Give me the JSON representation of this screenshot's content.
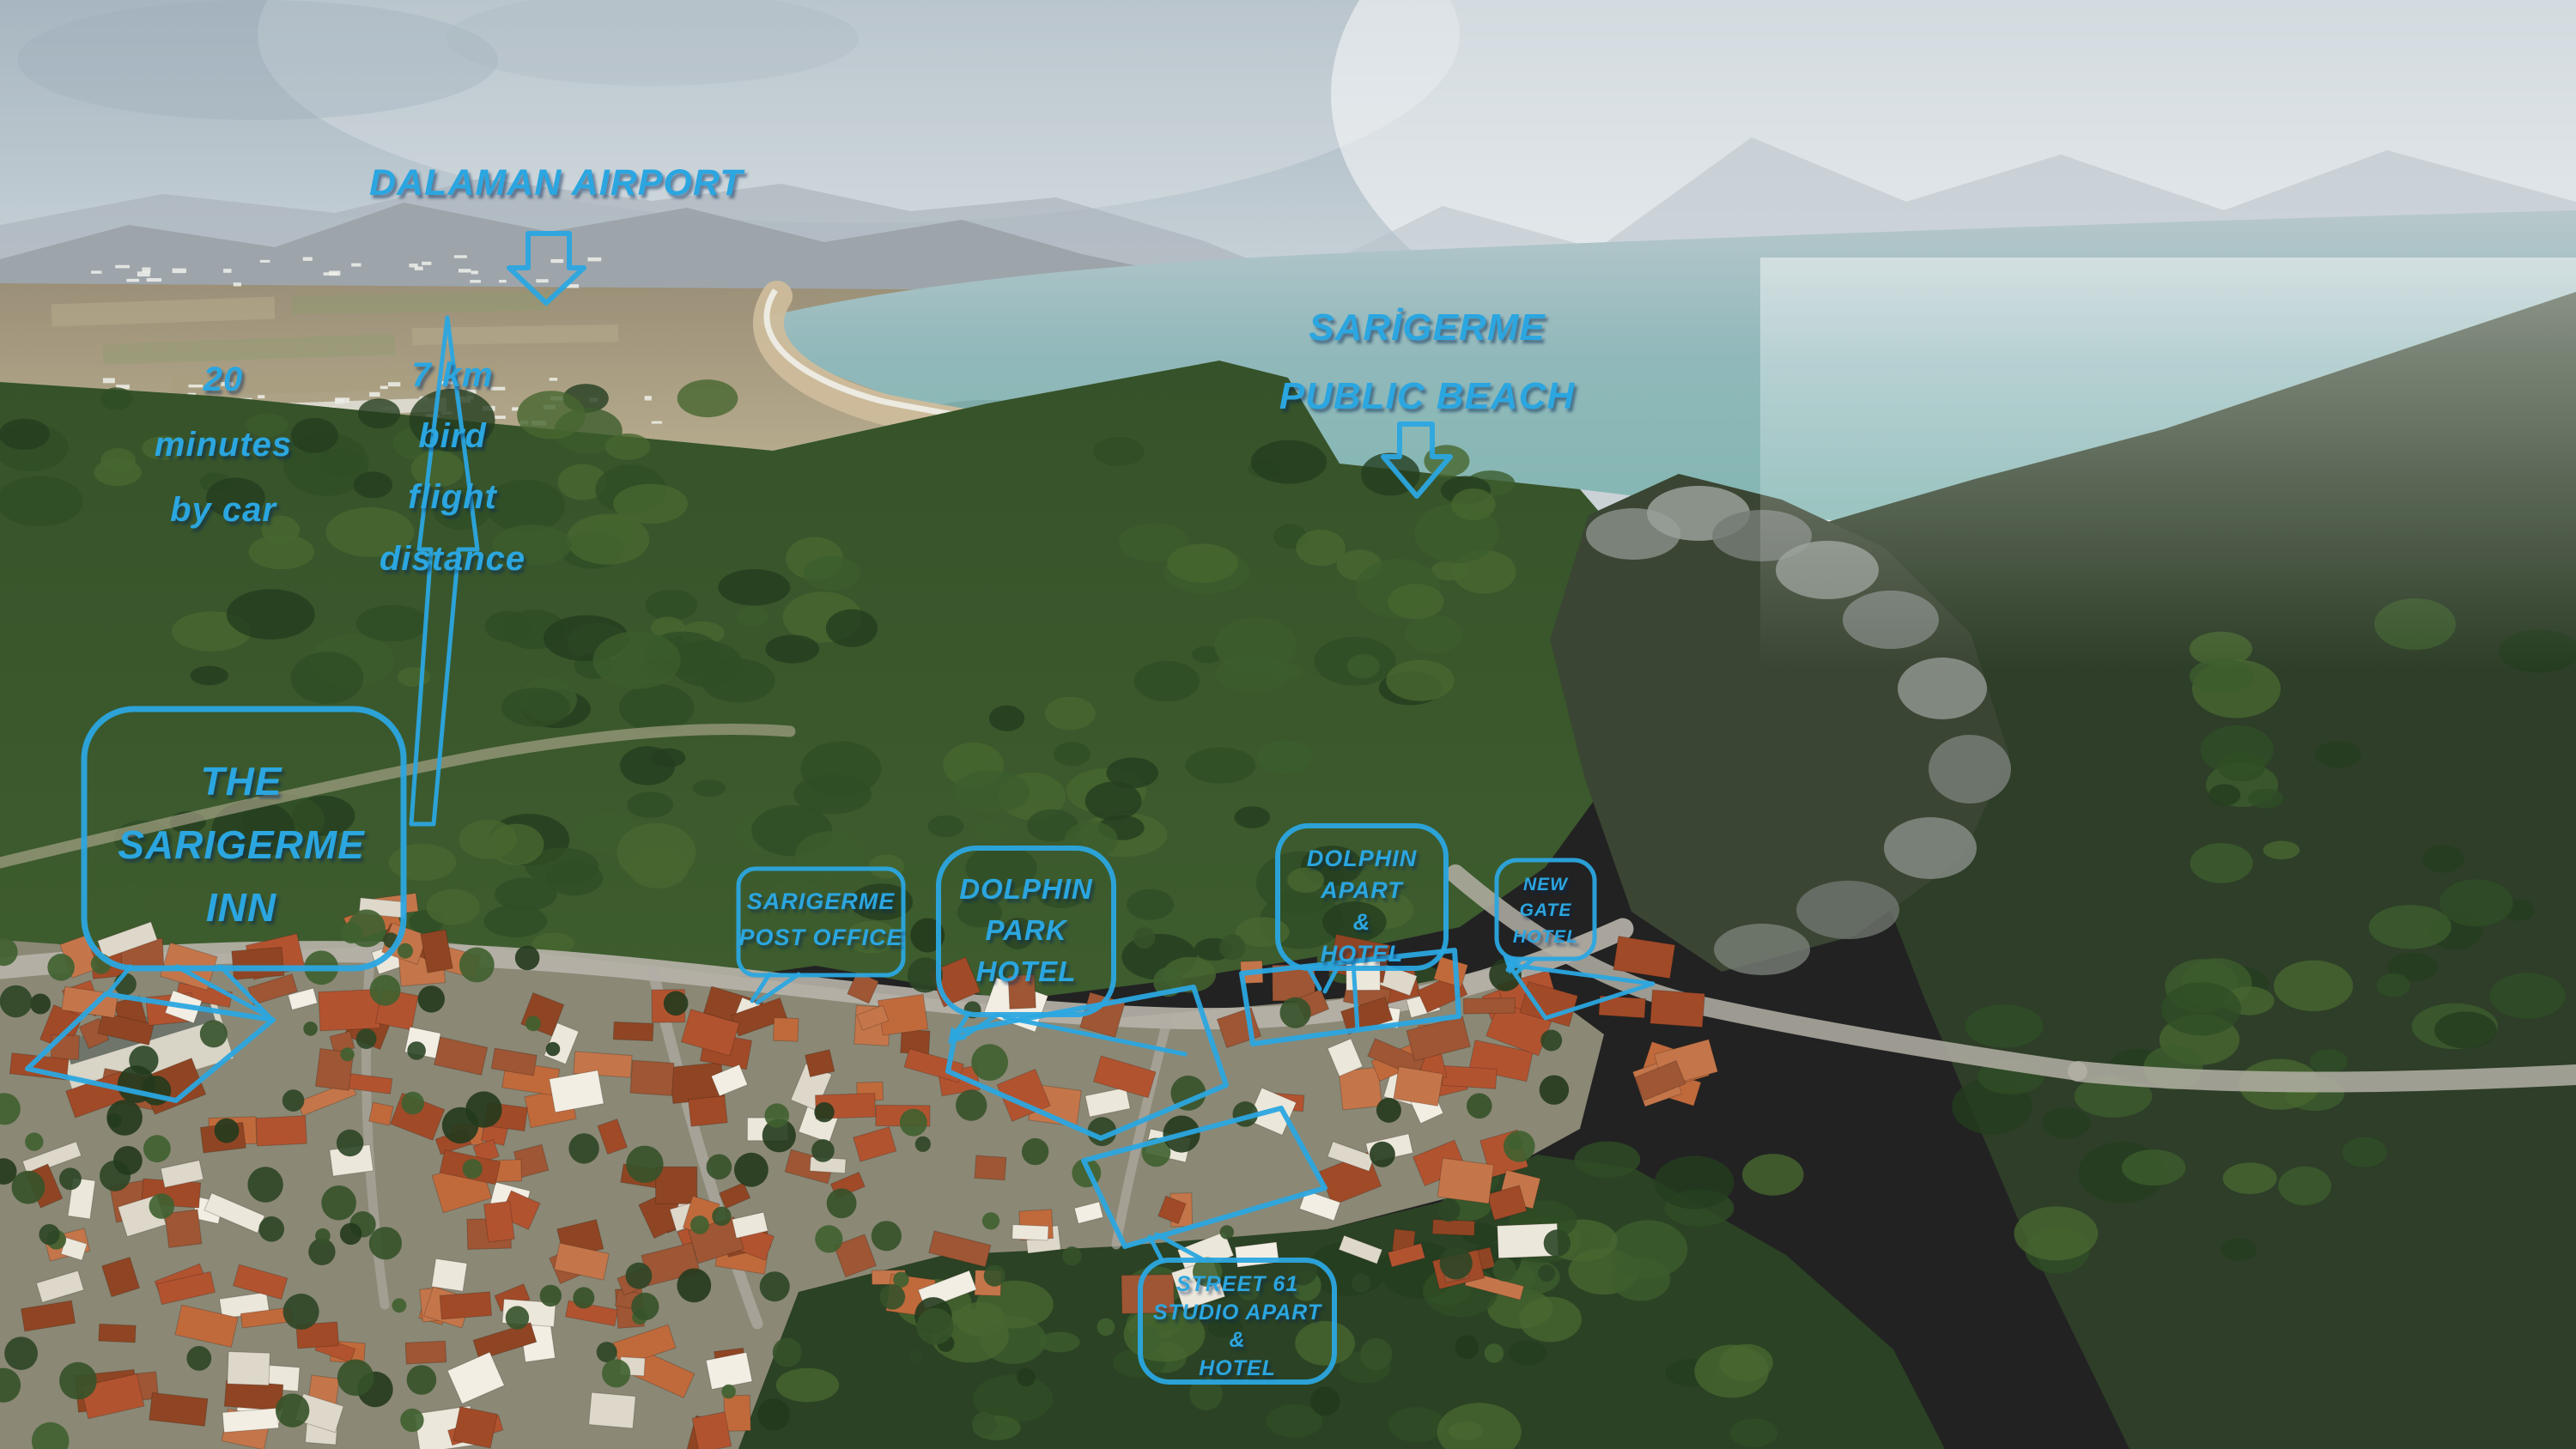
{
  "accent": {
    "annotation_blue": "#2ba6e0",
    "annotation_shadow": "#062856"
  },
  "labels": {
    "dalaman_airport": {
      "text": "DALAMAN AIRPORT"
    },
    "travel_time": {
      "lines": [
        "20",
        "minutes",
        "by car"
      ]
    },
    "flight_distance": {
      "lines": [
        "7 km",
        "bird",
        "flight",
        "distance"
      ]
    },
    "public_beach": {
      "lines": [
        "SARİGERME",
        "PUBLIC BEACH"
      ]
    },
    "sarigerme_inn": {
      "lines": [
        "THE",
        "SARIGERME",
        "INN"
      ]
    },
    "post_office": {
      "lines": [
        "SARIGERME",
        "POST OFFICE"
      ]
    },
    "dolphin_park_hotel": {
      "lines": [
        "DOLPHIN",
        "PARK",
        "HOTEL"
      ]
    },
    "dolphin_apart_hotel": {
      "lines": [
        "DOLPHIN",
        "APART",
        "&",
        "HOTEL"
      ]
    },
    "new_gate_hotel": {
      "lines": [
        "NEW",
        "GATE",
        "HOTEL"
      ]
    },
    "street_61": {
      "lines": [
        "STREET 61",
        "STUDIO APART",
        "&",
        "HOTEL"
      ]
    }
  }
}
